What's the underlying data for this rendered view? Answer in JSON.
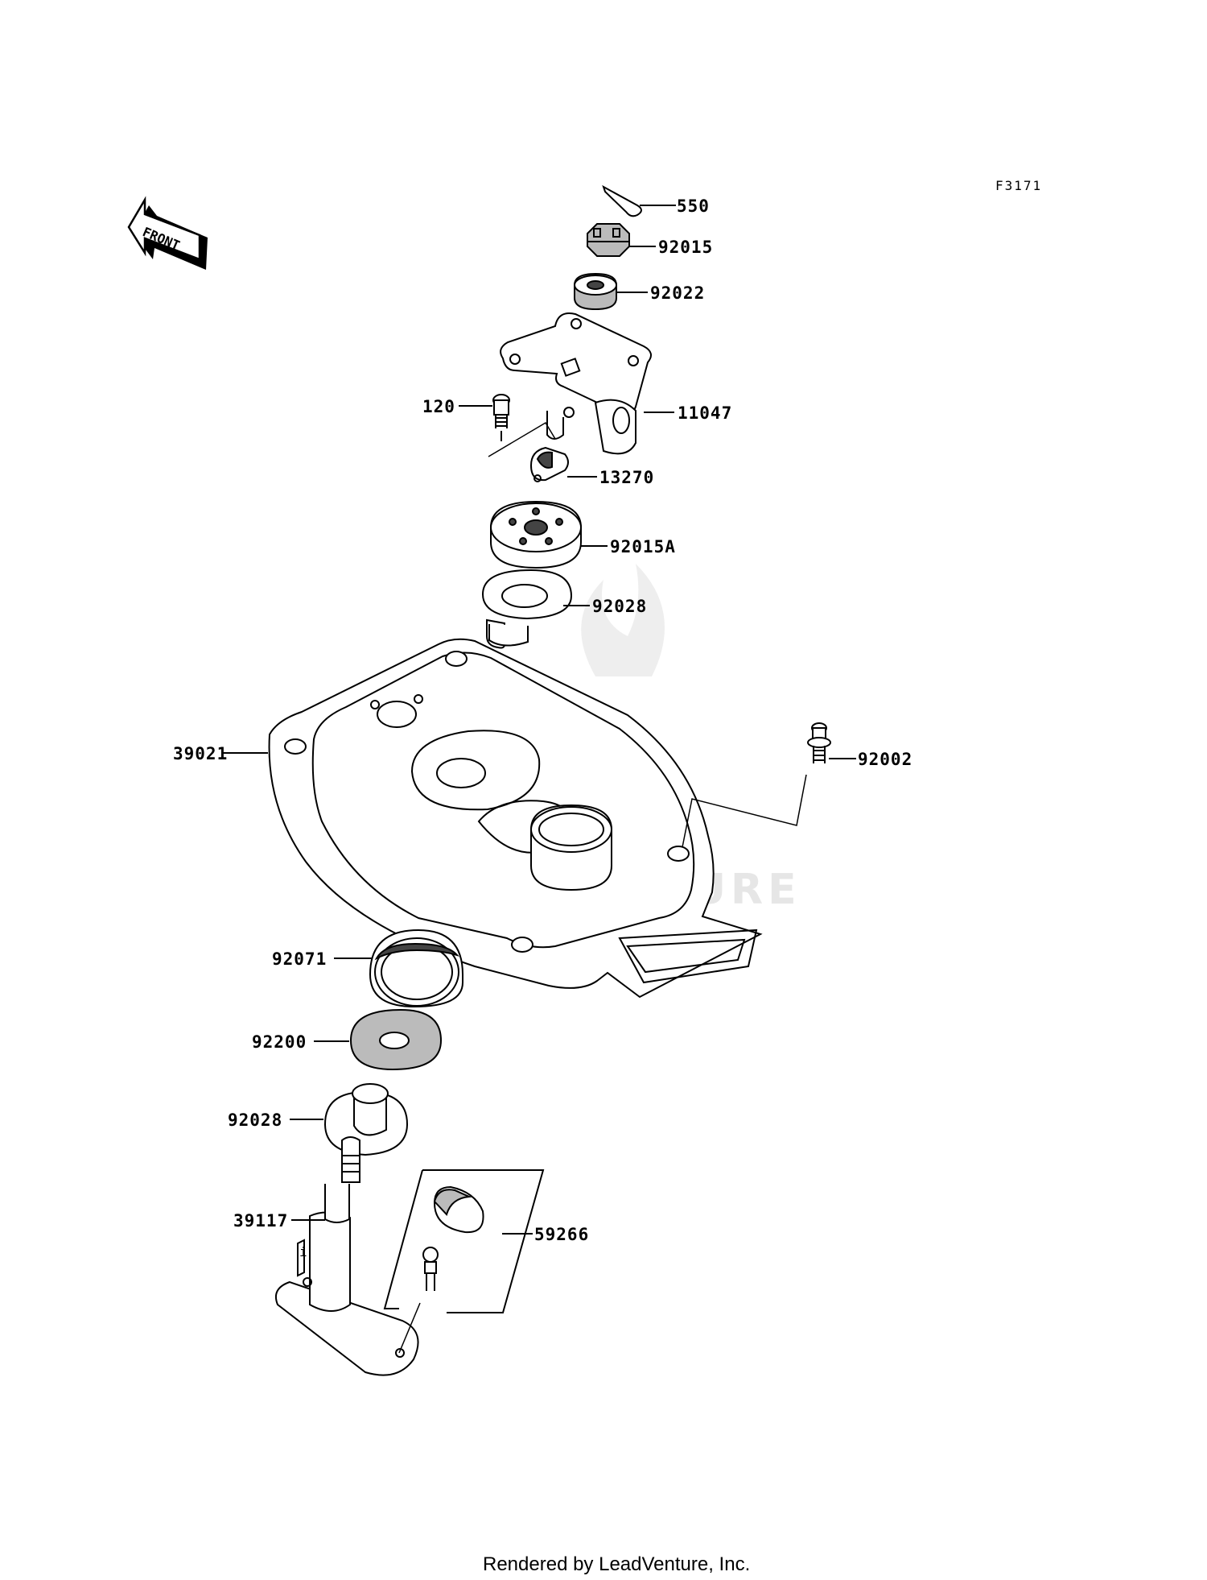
{
  "diagram_code": "F3171",
  "front_label": "FRONT",
  "watermark": "LEADVENTURE",
  "footer": "Rendered by LeadVenture, Inc.",
  "callouts": [
    {
      "id": "550",
      "label": "550"
    },
    {
      "id": "92015",
      "label": "92015"
    },
    {
      "id": "92022",
      "label": "92022"
    },
    {
      "id": "11047",
      "label": "11047"
    },
    {
      "id": "120",
      "label": "120"
    },
    {
      "id": "13270",
      "label": "13270"
    },
    {
      "id": "92015A",
      "label": "92015A"
    },
    {
      "id": "92028-top",
      "label": "92028"
    },
    {
      "id": "39021",
      "label": "39021"
    },
    {
      "id": "92002",
      "label": "92002"
    },
    {
      "id": "92071",
      "label": "92071"
    },
    {
      "id": "92200",
      "label": "92200"
    },
    {
      "id": "92028-bottom",
      "label": "92028"
    },
    {
      "id": "39117",
      "label": "39117"
    },
    {
      "id": "59266",
      "label": "59266"
    }
  ]
}
